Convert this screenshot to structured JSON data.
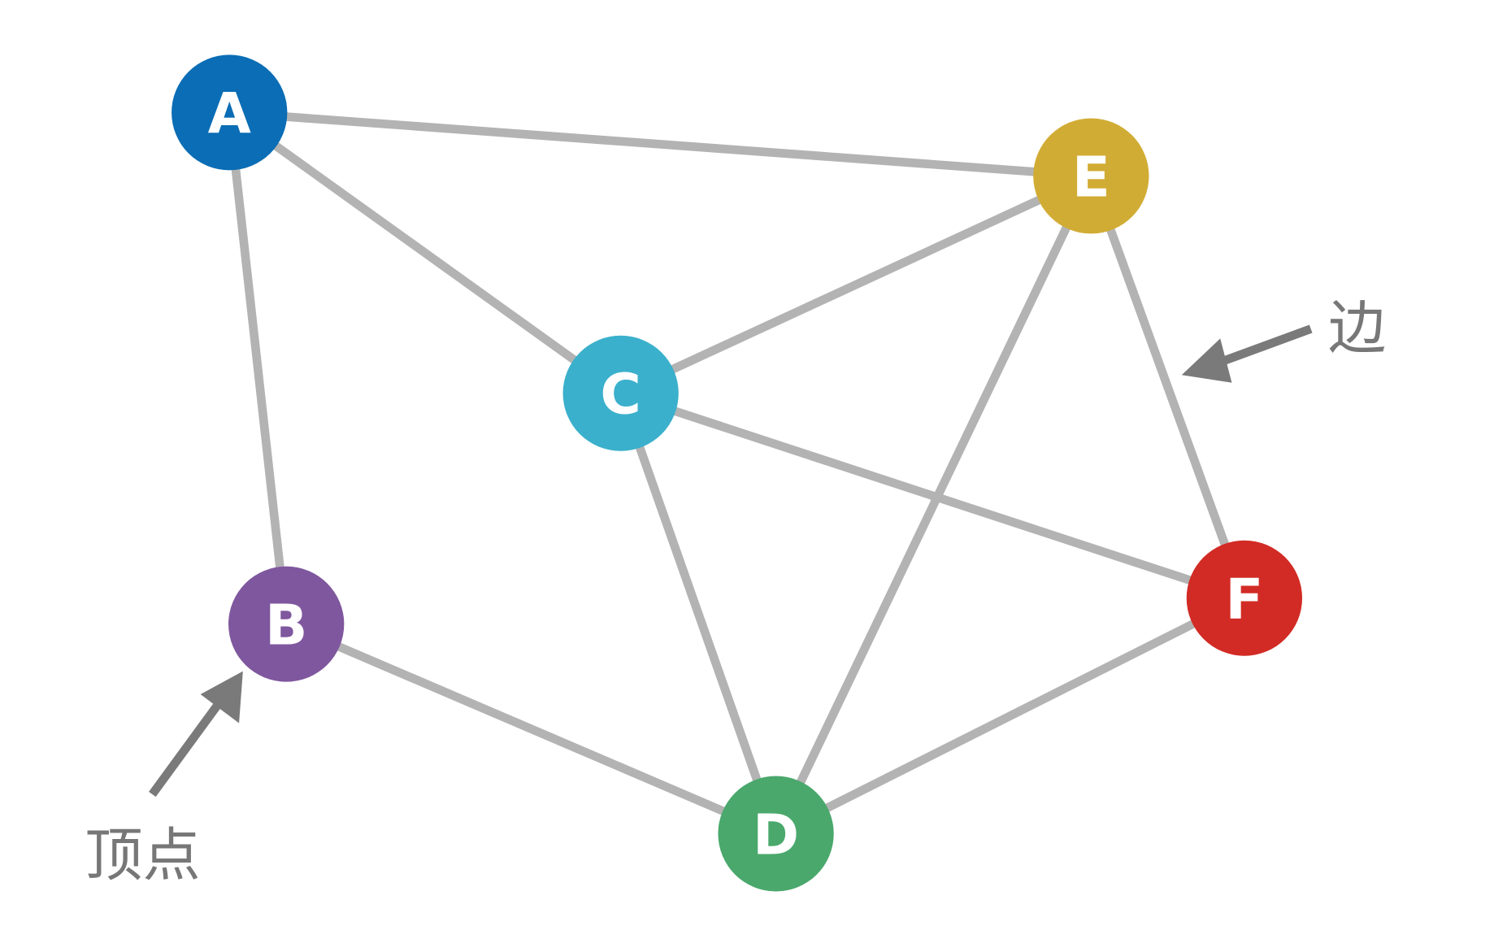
{
  "diagram": {
    "nodes": [
      {
        "id": "A",
        "label": "A",
        "color": "#0a6db5"
      },
      {
        "id": "B",
        "label": "B",
        "color": "#7f579e"
      },
      {
        "id": "C",
        "label": "C",
        "color": "#3bb0cc"
      },
      {
        "id": "D",
        "label": "D",
        "color": "#4aa86c"
      },
      {
        "id": "E",
        "label": "E",
        "color": "#d1ac34"
      },
      {
        "id": "F",
        "label": "F",
        "color": "#d22b25"
      }
    ],
    "edges": [
      [
        "A",
        "E"
      ],
      [
        "A",
        "C"
      ],
      [
        "A",
        "B"
      ],
      [
        "C",
        "E"
      ],
      [
        "C",
        "F"
      ],
      [
        "C",
        "D"
      ],
      [
        "E",
        "D"
      ],
      [
        "E",
        "F"
      ],
      [
        "B",
        "D"
      ],
      [
        "D",
        "F"
      ]
    ],
    "annotations": {
      "vertex_label": "顶点",
      "edge_label": "边"
    },
    "edge_color": "#b3b3b3",
    "arrow_color": "#7a7a7a"
  }
}
